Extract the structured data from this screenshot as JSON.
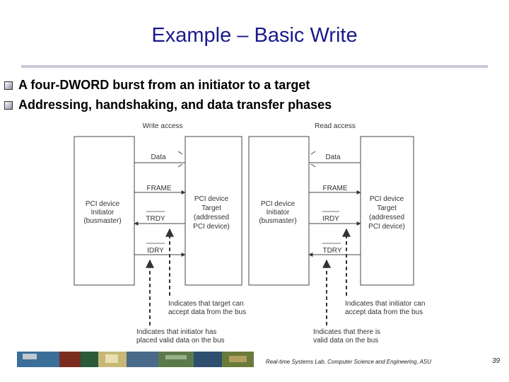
{
  "slide": {
    "title": "Example – Basic Write",
    "bullets": [
      "A four-DWORD burst from an initiator to a target",
      "Addressing, handshaking, and data transfer phases"
    ]
  },
  "diagram": {
    "write": {
      "header": "Write access",
      "initiator": [
        "PCI device",
        "Initiator",
        "(busmaster)"
      ],
      "target": [
        "PCI device",
        "Target",
        "(addressed",
        "PCI device)"
      ],
      "data": "Data",
      "frame": "FRAME",
      "ready_top": "TRDY",
      "ready_bottom": "IDRY",
      "note_right": [
        "Indicates that target can",
        "accept data from the bus"
      ],
      "note_left": [
        "Indicates that initiator has",
        "placed valid data on the bus"
      ]
    },
    "read": {
      "header": "Read access",
      "initiator": [
        "PCI device",
        "Initiator",
        "(busmaster)"
      ],
      "target": [
        "PCI device",
        "Target",
        "(addressed",
        "PCI device)"
      ],
      "data": "Data",
      "frame": "FRAME",
      "ready_top": "IRDY",
      "ready_bottom": "TDRY",
      "note_right": [
        "Indicates that initiator can",
        "accept data from the bus"
      ],
      "note_left": [
        "Indicates that there is",
        "valid data on the bus"
      ]
    }
  },
  "footer": {
    "text": "Real-time Systems Lab, Computer Science and Engineering, ASU",
    "page": "39"
  }
}
